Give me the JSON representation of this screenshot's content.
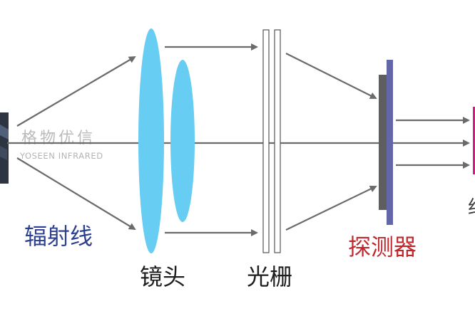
{
  "labels": {
    "radiation": "辐射线",
    "lens": "镜头",
    "grating": "光栅",
    "detector": "探测器",
    "cut_off_right": "约"
  },
  "watermark": {
    "brand_cn": "格物优信",
    "brand_en": "YOSEEN INFRARED"
  },
  "colors": {
    "lens": "#67cdf2",
    "ray": "#6b6b6b",
    "detector_body": "#5e5e5e",
    "detector_plate": "#6366a8",
    "label_blue": "#2d3f8f",
    "label_red": "#c0282e",
    "label_black": "#1e1e1e",
    "source": "#2e3542",
    "right_edge_accent": "#cc2288"
  }
}
